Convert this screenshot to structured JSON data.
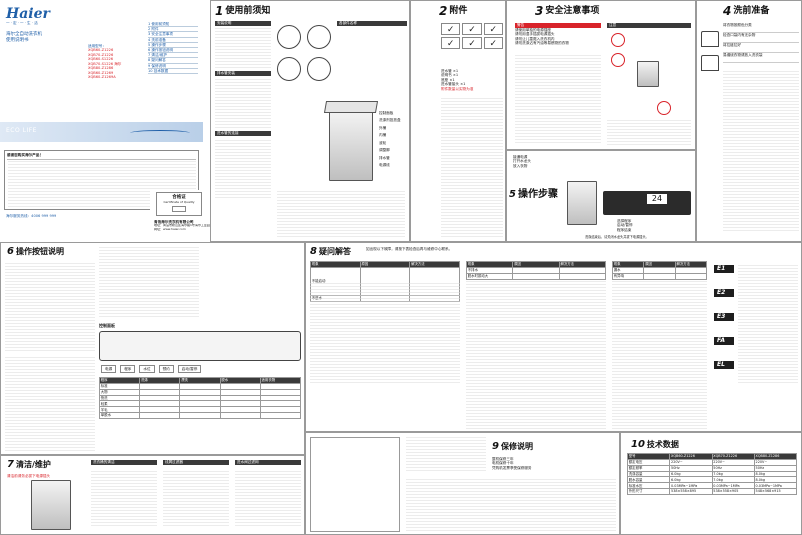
{
  "cover": {
    "brand": "Haier",
    "tagline": "一 · 定 · 一 · 生 · 活",
    "product_title": "海尔全自动洗衣机",
    "product_subtitle": "使用说明书",
    "model_heading": "适用型号：",
    "models": [
      "XQB60-Z1226",
      "XQB70-Z1226",
      "XQB60-S1226",
      "XQB70-S1226 海尔",
      "XQB80-Z1286",
      "XQB60-Z1269",
      "XQB60-Z1269A"
    ],
    "toc": [
      "1 使用前须知",
      "2 附件",
      "3 安全注意事项",
      "4 洗前准备",
      "5 操作步骤",
      "6 操作按钮说明",
      "7 清洁/维护",
      "8 疑问解答",
      "9 保修说明",
      "10 技术数据"
    ],
    "eco_logo": "ECO LIFE",
    "notice_title": "感谢您购买海尔产品！",
    "service_hotline": "海尔服务热线：4006 999 999",
    "qc_title": "合格证",
    "qc_subtitle": "Certificate of Quality",
    "company": "青岛海尔洗衣机有限公司",
    "company_address": "地址：青岛市崂山区海尔路1号海尔工业园",
    "company_site": "网址：www.haier.com"
  },
  "sections": {
    "s1": {
      "num": "1",
      "title": "使用前须知"
    },
    "s2": {
      "num": "2",
      "title": "附件"
    },
    "s3": {
      "num": "3",
      "title": "安全注意事项"
    },
    "s4": {
      "num": "4",
      "title": "洗前准备"
    },
    "s5": {
      "num": "5",
      "title": "操作步骤"
    },
    "s6": {
      "num": "6",
      "title": "操作按钮说明"
    },
    "s7": {
      "num": "7",
      "title": "清洁/维护"
    },
    "s8": {
      "num": "8",
      "title": "疑问解答"
    },
    "s9": {
      "num": "9",
      "title": "保修说明"
    },
    "s10": {
      "num": "10",
      "title": "技术数据"
    }
  },
  "s1_content": {
    "sub1": "安装说明",
    "sub2": "排水管安装",
    "sub3": "进水管的连接",
    "sub4": "各部件名称",
    "parts": [
      "控制面板",
      "洗涤剂投放盒",
      "外桶",
      "内桶",
      "波轮",
      "调整脚",
      "排水管",
      "电源线"
    ]
  },
  "s2_content": {
    "items": [
      "进水管 ×1",
      "说明书 ×1",
      "底座 ×1",
      "进水管接头 ×1"
    ],
    "note": "附件数量以实物为准"
  },
  "s3_content": {
    "warn_title": "警告",
    "caution_title": "注意",
    "warnings": [
      "请使用单独的电源插座",
      "请勿用湿手插拔电源插头",
      "请勿让儿童爬入洗衣机内",
      "请勿洗涤沾有汽油等易燃物的衣物"
    ]
  },
  "s4_content": {
    "steps": [
      "将衣物按颜色分类",
      "检查口袋内有无杂物",
      "将拉链拉好",
      "易缠绕衣物请放入洗衣袋"
    ]
  },
  "s5_content": {
    "steps": [
      "接通电源",
      "打开水龙头",
      "放入衣物",
      "选择程序",
      "启动/暂停",
      "程序结束"
    ],
    "note": "洗涤结束后，请关闭水龙头并拔下电源插头。"
  },
  "s6_content": {
    "panel_title": "控制面板",
    "buttons": [
      "电源",
      "程序",
      "水位",
      "预约",
      "启动/暂停"
    ],
    "table_headers": [
      "程序",
      "洗涤",
      "漂洗",
      "脱水",
      "适用衣物"
    ],
    "programs": [
      "标准",
      "大物",
      "快洗",
      "轻柔",
      "羊毛",
      "单脱水"
    ]
  },
  "s7_content": {
    "sub1": "洗衣桶的清洁",
    "sub2": "线屑过滤器",
    "sub3": "进水阀过滤网",
    "note": "清洁前请务必拔下电源插头"
  },
  "s8_content": {
    "intro": "如出现以下故障，请按下表检查后再与维修中心联系。",
    "headers": [
      "现象",
      "原因",
      "解决方法"
    ],
    "phenomena": [
      "不能启动",
      "不进水",
      "不排水",
      "脱水时振动大",
      "漏水",
      "有异响"
    ],
    "error_codes": [
      "E1",
      "E2",
      "E3",
      "FA",
      "EL"
    ]
  },
  "s9_content": {
    "points": [
      "整机保修三年",
      "电机保修十年",
      "凭购机发票享受保修服务"
    ]
  },
  "s10_content": {
    "headers": [
      "型号",
      "XQB60-Z1226",
      "XQB70-Z1226",
      "XQB80-Z1286"
    ],
    "rows": [
      [
        "额定电压",
        "220V~",
        "220V~",
        "220V~"
      ],
      [
        "额定频率",
        "50Hz",
        "50Hz",
        "50Hz"
      ],
      [
        "洗涤容量",
        "6.0kg",
        "7.0kg",
        "8.0kg"
      ],
      [
        "脱水容量",
        "6.0kg",
        "7.0kg",
        "8.0kg"
      ],
      [
        "标准水压",
        "0.03MPa~1MPa",
        "0.03MPa~1MPa",
        "0.03MPa~1MPa"
      ],
      [
        "外形尺寸",
        "538×558×895",
        "538×558×905",
        "548×568×915"
      ]
    ]
  },
  "colors": {
    "accent": "#1f5fa8",
    "warning": "#d8232a",
    "dark": "#2b2b2b"
  },
  "icons": {
    "check": "✓",
    "cross": "✕",
    "warning": "⚠",
    "arrow": "→"
  }
}
